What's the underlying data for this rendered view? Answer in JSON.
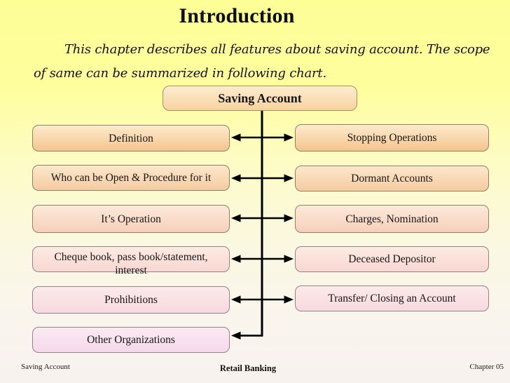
{
  "slide": {
    "title": "Introduction",
    "subtitle_line1": "This chapter describes all features about saving account. The scope",
    "subtitle_line2": "of same can be summarized in following chart."
  },
  "flowchart": {
    "root_label": "Saving Account",
    "left_items": [
      {
        "label": "Definition"
      },
      {
        "label": "Who can be Open & Procedure for it"
      },
      {
        "label": "It’s Operation"
      },
      {
        "label": "Cheque book, pass book/statement, interest"
      },
      {
        "label": "Prohibitions"
      },
      {
        "label": "Other Organizations"
      }
    ],
    "right_items": [
      {
        "label": "Stopping Operations"
      },
      {
        "label": "Dormant Accounts"
      },
      {
        "label": "Charges, Nomination"
      },
      {
        "label": "Deceased Depositor"
      },
      {
        "label": "Transfer/ Closing an Account"
      }
    ]
  },
  "footer": {
    "left": "Saving Account",
    "center": "Retail Banking",
    "right": "Chapter 05"
  },
  "colors": {
    "background_top": "#fefe97",
    "background_bottom": "#f8f2ef",
    "root_box_top": "#fdedd0",
    "root_box_bottom": "#f8d2a0",
    "orange_box_top": "#fdebcd",
    "orange_box_bottom": "#f5c48e",
    "pink_box_top": "#fbeaf2",
    "pink_box_bottom": "#f6d9ea",
    "box_border": "#8d8267",
    "connector": "#000000",
    "text": "#161616"
  }
}
